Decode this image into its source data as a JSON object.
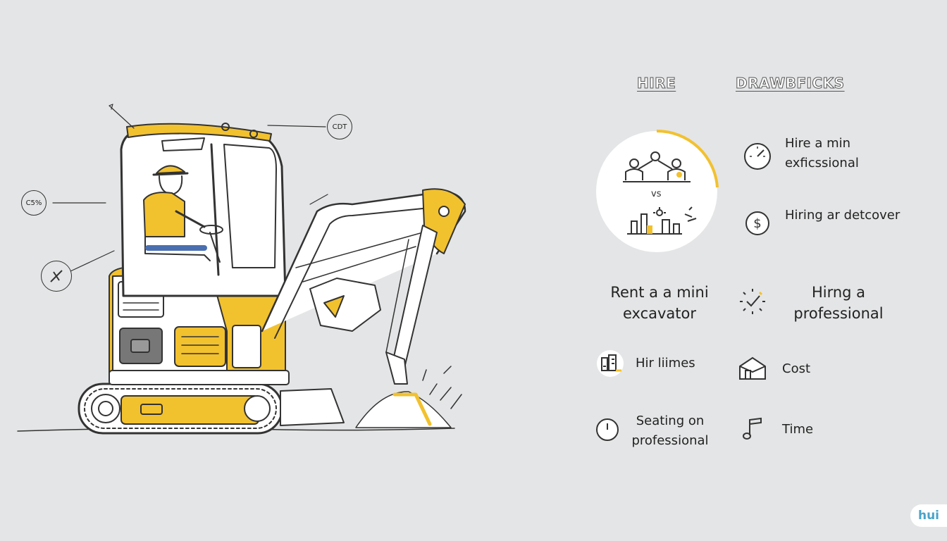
{
  "headers": {
    "left": "HIRE",
    "right": "DRAWBFICKS"
  },
  "callouts": {
    "top_right": "CDT",
    "left": "C5%"
  },
  "vs_label": "vs",
  "items": {
    "hire_min": "Hire a min exficssional",
    "hiring_discover": "Hiring ar detcover",
    "rent": "Rent a a mini excavator",
    "hiring_pro": "Hirng a professional",
    "hire_times": "Hir liimes",
    "cost": "Cost",
    "seating": "Seating on professional",
    "time": "Time"
  },
  "logo": "hui",
  "icons": [
    "stopwatch-icon",
    "dollar-icon",
    "checkmark-burst-icon",
    "house-icon",
    "clock-icon",
    "music-note-icon",
    "document-icon",
    "people-icon",
    "city-icon"
  ],
  "colors": {
    "accent": "#f2c12e",
    "background": "#e4e5e6",
    "line": "#333333"
  }
}
